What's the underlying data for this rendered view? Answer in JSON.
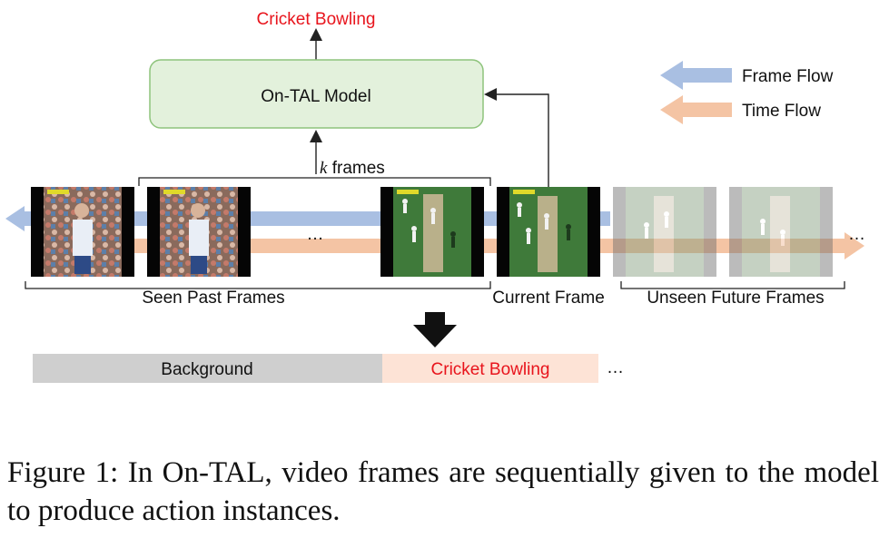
{
  "output_label": "Cricket Bowling",
  "model": {
    "label": "On-TAL Model"
  },
  "k_label_italic": "k",
  "k_label_rest": " frames",
  "legend": [
    {
      "label": "Frame Flow",
      "color": "#a9bfe2"
    },
    {
      "label": "Time Flow",
      "color": "#f4c4a4"
    }
  ],
  "ellipsis": "…",
  "frame_groups": {
    "past": "Seen Past Frames",
    "current": "Current Frame",
    "future": "Unseen Future Frames"
  },
  "timeline": [
    {
      "label": "Background",
      "color": "#cfcfcf"
    },
    {
      "label": "Cricket Bowling",
      "color": "#fde3d6"
    }
  ],
  "timeline_trailing": "…",
  "caption": "Figure 1: In On-TAL, video frames are sequentially given to the model to produce action instances.",
  "colors": {
    "accent_red": "#e8141c",
    "model_fill": "#e3f1dc",
    "model_stroke": "#8ec47c"
  }
}
